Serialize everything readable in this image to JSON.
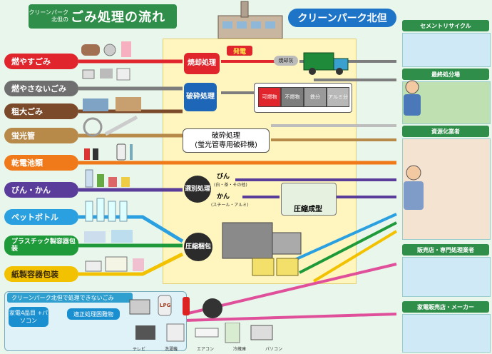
{
  "header": {
    "title_small": "クリーンパーク 北但の",
    "title_main": "ごみ処理の流れ",
    "facility": "クリーンパーク北但"
  },
  "categories": [
    {
      "label": "燃やすごみ",
      "color": "#e0262c"
    },
    {
      "label": "燃やさないごみ",
      "color": "#6f6f6f"
    },
    {
      "label": "粗大ごみ",
      "color": "#7a4a2a"
    },
    {
      "label": "蛍光管",
      "color": "#b88a4a"
    },
    {
      "label": "乾電池類",
      "color": "#f07a1a"
    },
    {
      "label": "びん・かん",
      "color": "#5a3d9a"
    },
    {
      "label": "ペットボトル",
      "color": "#2aa0e0"
    },
    {
      "label": "プラスチック製容器包装",
      "color": "#1f9a3a"
    },
    {
      "label": "紙製容器包装",
      "color": "#f2c200"
    }
  ],
  "processes": {
    "incinerate": "焼却処理",
    "power": "発電",
    "ash": "焼却灰",
    "crush": "破砕処理",
    "flammable": "可燃物",
    "nonflammable": "不燃物",
    "iron": "鉄分",
    "aluminum": "アルミ分",
    "fluorescent_line1": "破砕処理",
    "fluorescent_line2": "(蛍光管専用破砕機)",
    "sorting": "選別処理",
    "bottle": "びん",
    "bottle_sub": "(白・茶・その他)",
    "can": "かん",
    "can_sub": "(スチール・アルミ)",
    "compress_form": "圧縮成型",
    "compress_pack": "圧縮梱包"
  },
  "destinations": [
    {
      "label": "セメントリサイクル"
    },
    {
      "label": "最終処分場"
    },
    {
      "label": "資源化業者"
    },
    {
      "label": "販売店・専門処理業者"
    },
    {
      "label": "家電販売店・メーカー"
    }
  ],
  "bottom": {
    "header": "クリーンパーク北但で処理できないごみ",
    "appliances": "家電4品目 +パソコン",
    "hazardous": "適正処理困難物",
    "items": [
      "テレビ",
      "洗濯機",
      "エアコン",
      "冷蔵庫",
      "パソコン"
    ],
    "tank_label": "LPG"
  },
  "colors": {
    "green_header": "#2f8f4a",
    "brand_blue": "#1e75c8",
    "panel_yellow": "#fff6bf"
  }
}
